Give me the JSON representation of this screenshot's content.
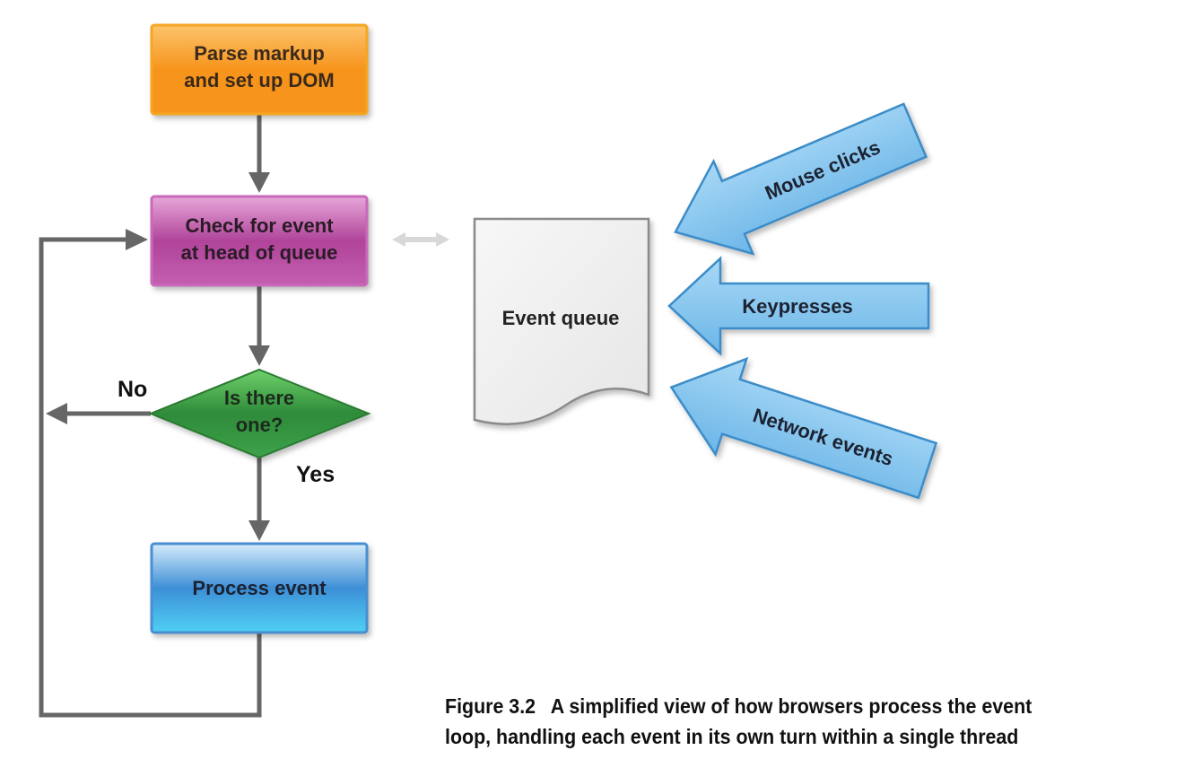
{
  "diagram": {
    "parse_box": {
      "line1": "Parse markup",
      "line2": "and set up DOM"
    },
    "check_box": {
      "line1": "Check for event",
      "line2": "at head of queue"
    },
    "decision": {
      "line1": "Is there",
      "line2": "one?",
      "no_label": "No",
      "yes_label": "Yes"
    },
    "process_box": {
      "label": "Process event"
    },
    "event_queue": {
      "label": "Event queue"
    },
    "inputs": [
      {
        "label": "Mouse clicks"
      },
      {
        "label": "Keypresses"
      },
      {
        "label": "Network events"
      }
    ],
    "colors": {
      "parse": "#f7941d",
      "check": "#b0449a",
      "decision": "#2e8b3a",
      "process": "#3d8fd6",
      "arrow_blue": "#7ec1ec",
      "connector": "#666666"
    }
  },
  "caption": {
    "figure_number": "Figure 3.2",
    "line1": "A simplified view of how browsers process the event",
    "line2": "loop, handling each event in its own turn within a single thread"
  }
}
